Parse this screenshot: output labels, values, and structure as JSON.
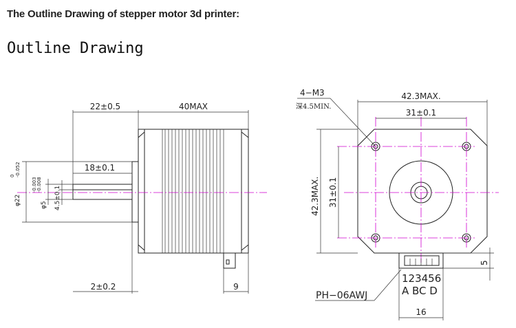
{
  "page": {
    "heading": "The Outline Drawing of stepper motor 3d printer:",
    "subheading": "Outline Drawing"
  },
  "side_view": {
    "dim_shaft_length": "22±0.5",
    "dim_body_length": "40MAX",
    "dim_flat_length": "18±0.1",
    "dim_boss_diameter": "φ22",
    "dim_boss_tol_upper": "0",
    "dim_boss_tol_lower": "-0.052",
    "dim_shaft_diameter": "φ5",
    "dim_shaft_tol_upper": "-0.003",
    "dim_shaft_tol_lower": "-0.008",
    "dim_flat_depth": "4.5±0.1",
    "dim_boss_height": "2±0.2",
    "dim_connector_offset": "9"
  },
  "front_view": {
    "hole_callout": "4−M3",
    "hole_depth": "深4.5MIN.",
    "dim_width": "42.3MAX.",
    "dim_hole_spacing_x": "31±0.1",
    "dim_height": "42.3MAX.",
    "dim_hole_spacing_y": "31±0.1",
    "dim_connector_height": "5",
    "connector_part": "PH−06AWJ",
    "pin_numbers": "123456",
    "phase_labels": "A BC D",
    "dim_connector_width": "16"
  }
}
